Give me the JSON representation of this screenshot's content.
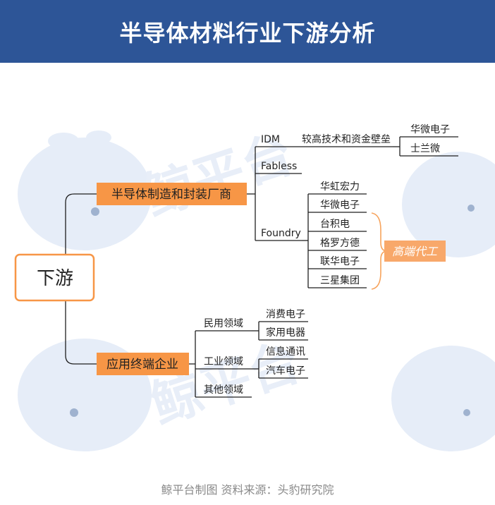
{
  "header": {
    "title": "半导体材料行业下游分析"
  },
  "root": {
    "label": "下游"
  },
  "branch_manufacturers": {
    "label": "半导体制造和封装厂商",
    "idm": {
      "label": "IDM",
      "note": "较高技术和资金壁垒",
      "companies": [
        "华微电子",
        "士兰微"
      ]
    },
    "fabless": {
      "label": "Fabless"
    },
    "foundry": {
      "label": "Foundry",
      "companies": [
        "华虹宏力",
        "华微电子",
        "台积电",
        "格罗方德",
        "联华电子",
        "三星集团"
      ],
      "highlight": "高端代工"
    }
  },
  "branch_applications": {
    "label": "应用终端企业",
    "civil": {
      "label": "民用领域",
      "items": [
        "消费电子",
        "家用电器"
      ]
    },
    "industrial": {
      "label": "工业领域",
      "items": [
        "信息通讯",
        "汽车电子"
      ]
    },
    "other": {
      "label": "其他领域"
    }
  },
  "watermark": {
    "text": "鲸平台"
  },
  "footer": {
    "text": "鲸平台制图  资料来源：头豹研究院"
  },
  "colors": {
    "header_bg": "#2d5597",
    "node_orange": "#f79646",
    "node_orange_light": "#f8a86a",
    "root_border": "#f79646",
    "lines": "#1f1f1f",
    "bracket": "#f7a35c",
    "watermark_whale": "#e4ecf8"
  }
}
